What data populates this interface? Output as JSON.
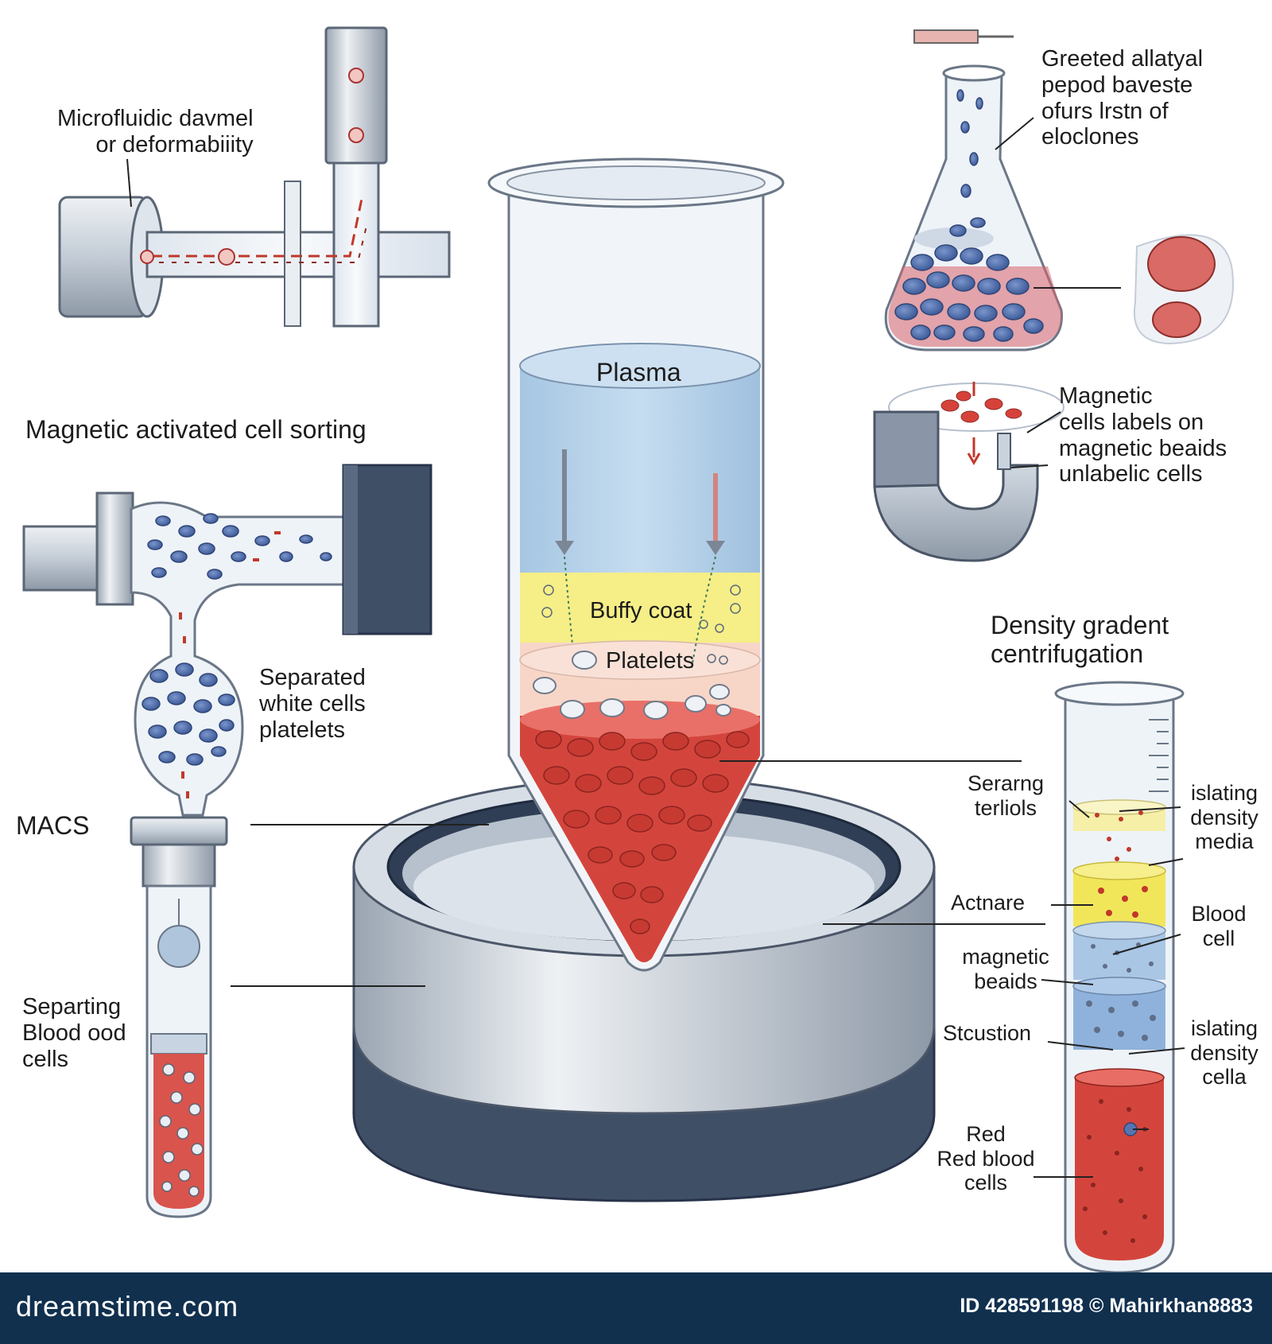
{
  "labels": {
    "microfluidic": [
      "Microfluidic davmel",
      "or deformabiiity"
    ],
    "flask": [
      "Greeted allatyal",
      "pepod baveste",
      "ofurs lrstn of",
      "eloclones"
    ],
    "magnetic_labels": [
      "Magnetic",
      "cells labels on",
      "magnetic beaids",
      "unlabelic cells"
    ],
    "macs_title": "Magnetic activated cell sorting",
    "separated": [
      "Separated",
      "white cells",
      "platelets"
    ],
    "macs": "MACS",
    "separating": [
      "Separting",
      "Blood ood",
      "cells"
    ],
    "plasma": "Plasma",
    "buffy": "Buffy coat",
    "platelets": "Platelets",
    "density_title": [
      "Density gradent",
      "centrifugation"
    ],
    "serang": [
      "Serarng",
      "terliols"
    ],
    "islating_media": [
      "islating",
      "density",
      "media"
    ],
    "actnare": "Actnare",
    "blood_cell": [
      "Blood",
      "cell"
    ],
    "magnetic_beads": [
      "magnetic",
      "beaids"
    ],
    "stcustion": "Stcustion",
    "islating_cella": [
      "islating",
      "density",
      "cella"
    ],
    "red_cells": [
      "Red",
      "Red blood",
      "cells"
    ]
  },
  "footer": {
    "brand": "dreamstime.com",
    "credit": "ID 428591198 © Mahirkhan8883"
  },
  "colors": {
    "plasma": "#b5d2ea",
    "buffy": "#f6ee86",
    "platelets": "#f7d6c8",
    "red": "#d3453c",
    "steel": "#c3ccd6",
    "dark_steel": "#3f4f66",
    "cell_blue": "#5674b2",
    "footer": "#10304e"
  }
}
